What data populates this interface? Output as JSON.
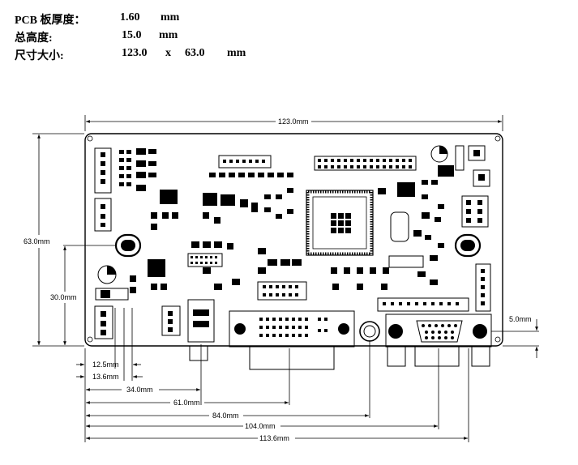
{
  "specs": {
    "thickness": {
      "label": "PCB 板厚度：",
      "value": "1.60",
      "unit": "mm"
    },
    "height": {
      "label": "总高度:",
      "value": "15.0",
      "unit": "mm"
    },
    "size": {
      "label": "尺寸大小:",
      "value1": "123.0",
      "sep": "x",
      "value2": "63.0",
      "unit": "mm"
    }
  },
  "dimensions": {
    "total_width": "123.0mm",
    "total_height": "63.0mm",
    "hole_height": "30.0mm",
    "right_offset": "5.0mm",
    "d1": "12.5mm",
    "d2": "13.6mm",
    "d3": "34.0mm",
    "d4": "61.0mm",
    "d5": "84.0mm",
    "d6": "104.0mm",
    "d7": "113.6mm"
  }
}
